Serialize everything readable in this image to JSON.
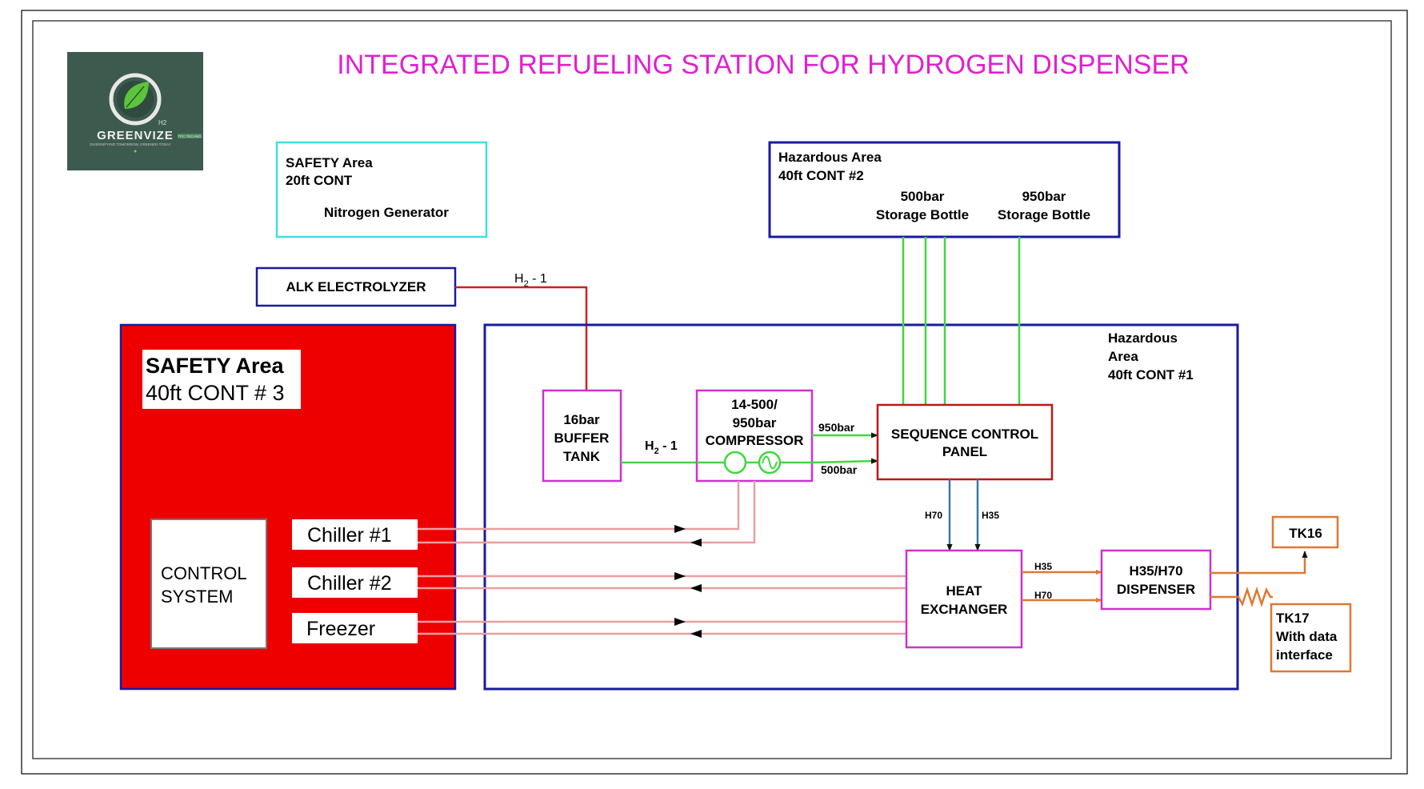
{
  "title": "INTEGRATED REFUELING STATION FOR HYDROGEN DISPENSER",
  "logo": {
    "name": "GREENVIZE",
    "superscript": "H2",
    "tagline": "DIVERSIFYING TOMORROW, GREENER TODAY",
    "badge": "TPC TECHNO",
    "icon": "leaf-circuit-icon"
  },
  "areas": {
    "safety_20ft": {
      "line1": "SAFETY Area",
      "line2": "20ft  CONT",
      "content": "Nitrogen Generator"
    },
    "hazardous_2": {
      "line1": "Hazardous Area",
      "line2": "40ft CONT #2",
      "bottle1_line1": "500bar",
      "bottle1_line2": "Storage Bottle",
      "bottle2_line1": "950bar",
      "bottle2_line2": "Storage Bottle"
    },
    "safety_3": {
      "line1": "SAFETY Area",
      "line2": "40ft  CONT # 3"
    },
    "hazardous_1": {
      "line1": "Hazardous",
      "line2": "Area",
      "line3": "40ft CONT #1"
    }
  },
  "components": {
    "electrolyzer": "ALK ELECTROLYZER",
    "buffer_tank": {
      "line1": "16bar",
      "line2": "BUFFER",
      "line3": "TANK"
    },
    "compressor": {
      "line1": "14-500/",
      "line2": "950bar",
      "line3": "COMPRESSOR"
    },
    "sequence_panel": {
      "line1": "SEQUENCE CONTROL",
      "line2": "PANEL"
    },
    "control_system": {
      "line1": "CONTROL",
      "line2": "SYSTEM"
    },
    "chiller1": "Chiller #1",
    "chiller2": "Chiller #2",
    "freezer": "Freezer",
    "heat_exchanger": {
      "line1": "HEAT",
      "line2": "EXCHANGER"
    },
    "dispenser": {
      "line1": "H35/H70",
      "line2": "DISPENSER"
    },
    "tk16": "TK16",
    "tk17": {
      "line1": "TK17",
      "line2": "With data",
      "line3": "interface"
    }
  },
  "flow_labels": {
    "h2_top": "H",
    "h2_top_sub": "2",
    "h2_top_suffix": " - 1",
    "h2_mid": "H",
    "h2_mid_sub": "2",
    "h2_mid_suffix": " - 1",
    "p950": "950bar",
    "p500": "500bar",
    "h70_down": "H70",
    "h35_down": "H35",
    "h35_right": "H35",
    "h70_right": "H70"
  },
  "colors": {
    "title": "#e020d0",
    "navy": "#1a1aa0",
    "cyan": "#40e0e0",
    "safety_red": "#ee0000",
    "magenta": "#d030d0",
    "dark_red": "#c01818",
    "green_line": "#40d840",
    "pink_line": "#e8a0a0",
    "orange": "#e07830",
    "blue_line": "#3a78b0"
  }
}
